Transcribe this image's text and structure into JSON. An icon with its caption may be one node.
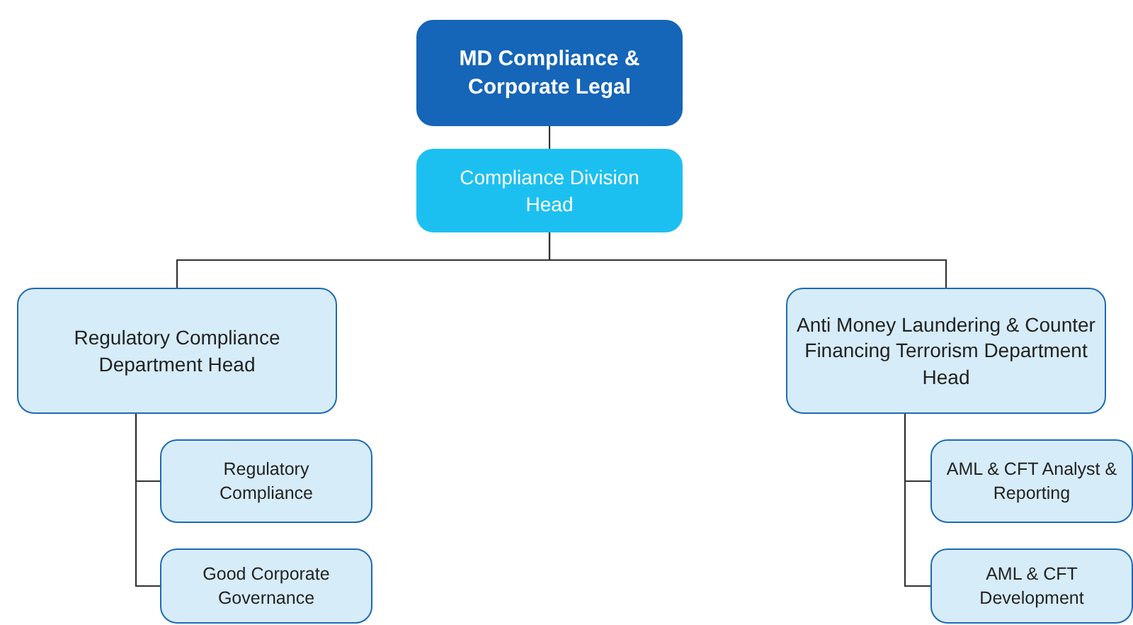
{
  "diagram": {
    "nodes": [
      {
        "text": [
          "MD Compliance & Corporate Legal"
        ]
      },
      {
        "text": [
          "Compliance Division Head"
        ]
      },
      {
        "text": [
          "Regulatory Compliance Department Head"
        ]
      },
      {
        "text": [
          "Anti Money Laundering & Counter Financing Terrorism Department Head"
        ]
      },
      {
        "text": [
          "Regulatory Compliance"
        ]
      },
      {
        "text": [
          "Good Corporate Governance"
        ]
      },
      {
        "text": [
          "AML & CFT Analyst & Reporting"
        ]
      },
      {
        "text": [
          "AML & CFT Development"
        ]
      }
    ],
    "edges": [
      {
        "from": 0,
        "to": 1,
        "arrow": "none"
      },
      {
        "from": 1,
        "to": 2,
        "arrow": "none"
      },
      {
        "from": 1,
        "to": 3,
        "arrow": "none"
      },
      {
        "from": 2,
        "to": 4,
        "arrow": "none"
      },
      {
        "from": 2,
        "to": 5,
        "arrow": "none"
      },
      {
        "from": 3,
        "to": 6,
        "arrow": "none"
      },
      {
        "from": 3,
        "to": 7,
        "arrow": "none"
      }
    ]
  }
}
